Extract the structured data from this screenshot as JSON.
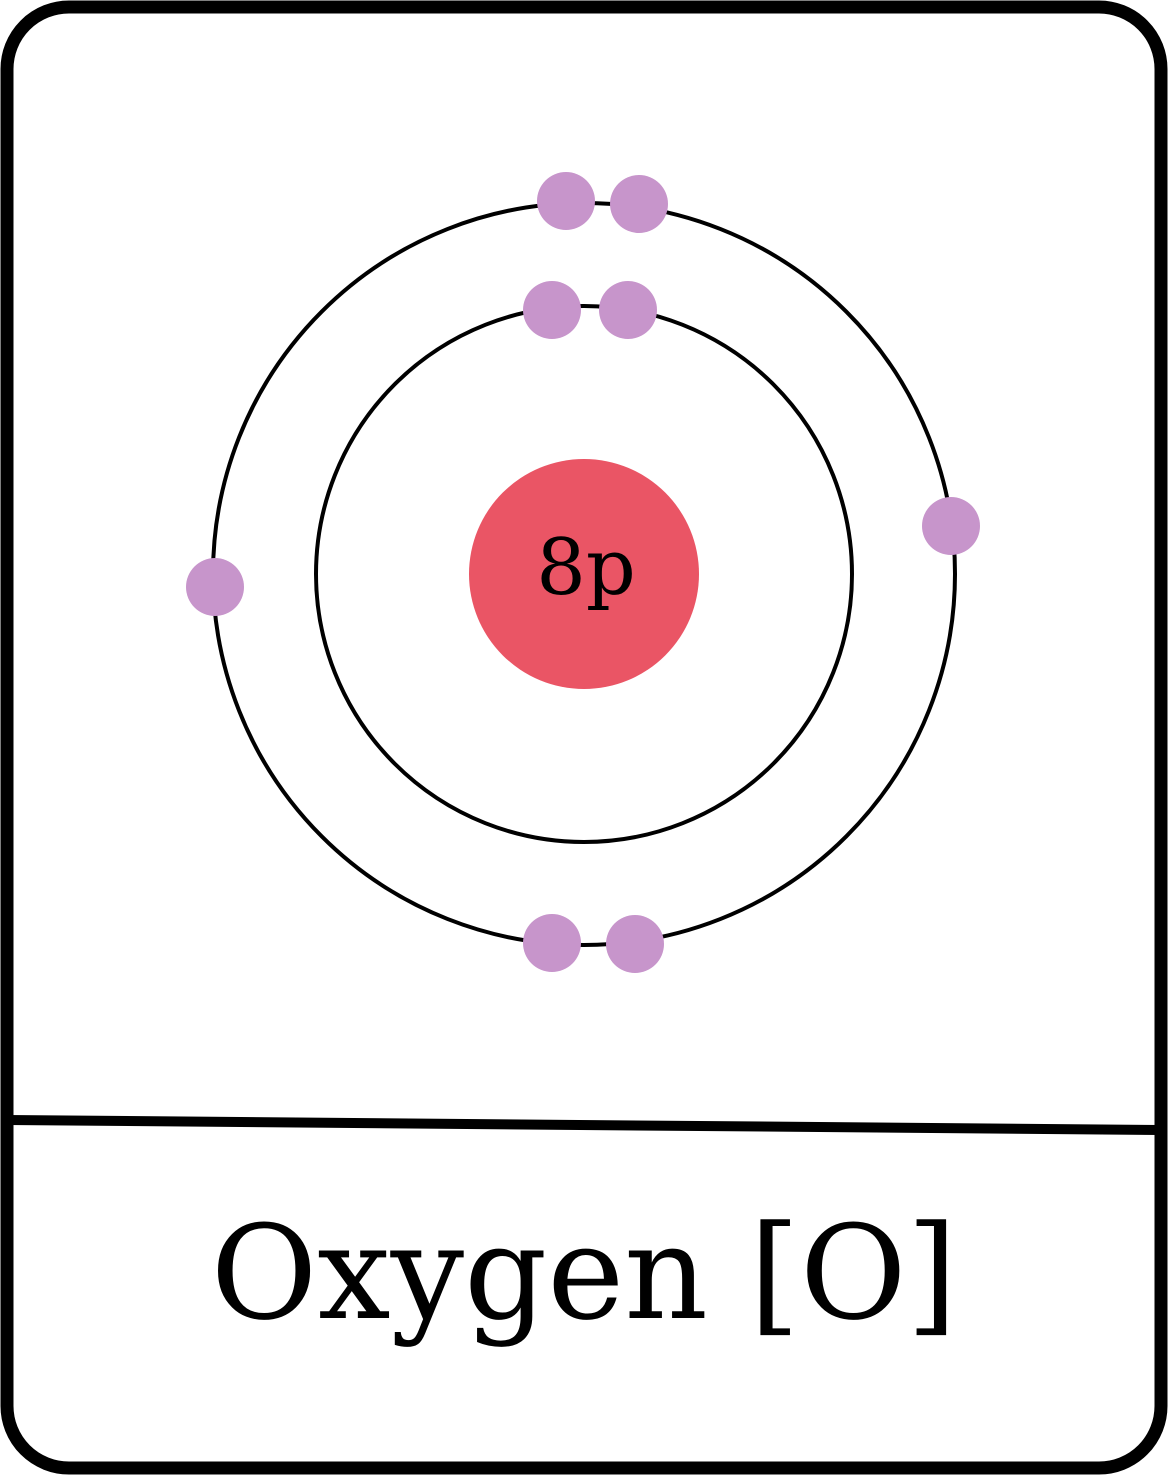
{
  "element": {
    "nucleus_label": "8p",
    "caption": "Oxygen [O]"
  },
  "shells": [
    {
      "name": "inner-shell",
      "electrons": 2
    },
    {
      "name": "outer-shell",
      "electrons": 6
    }
  ],
  "colors": {
    "nucleus": "#ea5565",
    "electron": "#c795cb",
    "stroke": "#000000",
    "background": "#ffffff"
  }
}
